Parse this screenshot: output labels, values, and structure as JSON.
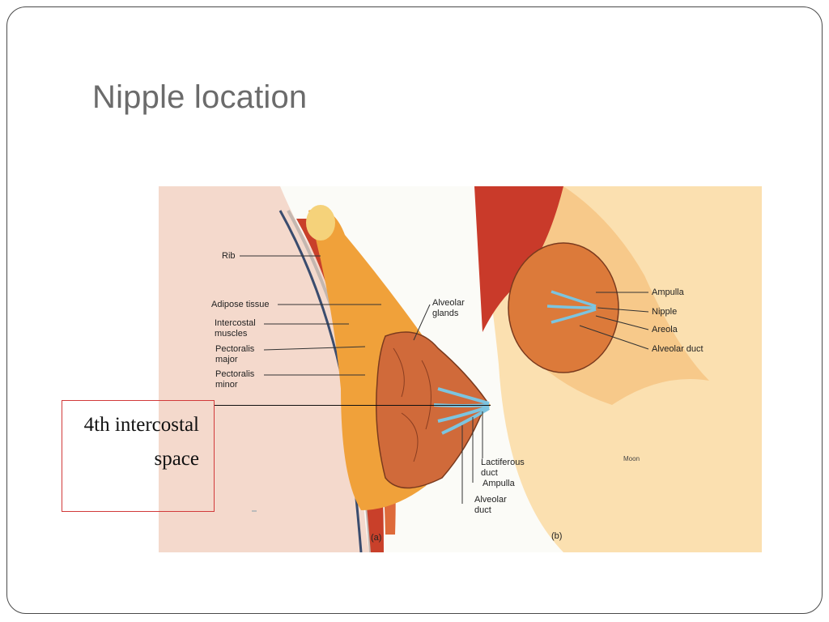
{
  "slide": {
    "title": "Nipple location"
  },
  "figure": {
    "left_labels": {
      "rib": "Rib",
      "adipose": "Adipose tissue",
      "intercostal_1": "Intercostal",
      "intercostal_2": "muscles",
      "pect_major_1": "Pectoralis",
      "pect_major_2": "major",
      "pect_minor_1": "Pectoralis",
      "pect_minor_2": "minor"
    },
    "center_labels": {
      "alveolar_glands_1": "Alveolar",
      "alveolar_glands_2": "glands",
      "lactiferous_1": "Lactiferous",
      "lactiferous_2": "duct",
      "ampulla": "Ampulla",
      "alveolar_duct_1": "Alveolar",
      "alveolar_duct_2": "duct"
    },
    "right_labels": {
      "ampulla": "Ampulla",
      "nipple": "Nipple",
      "areola": "Areola",
      "alveolar_duct": "Alveolar duct"
    },
    "credit": "Moon",
    "panel_a": "(a)",
    "panel_b": "(b)"
  },
  "callout": {
    "text": "4th intercostal space"
  }
}
